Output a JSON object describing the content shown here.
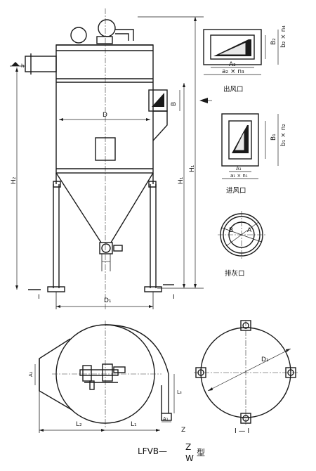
{
  "labels": {
    "D": "D",
    "D1_main": "D₁",
    "H1": "H₁",
    "H2": "H₂",
    "B_side": "B",
    "h_top": "h",
    "mark_I_left": "I",
    "mark_I_right": "I",
    "outlet": {
      "caption": "出风口",
      "A2": "A₂",
      "a2xn3": "a₂ × n₃",
      "B2": "B₂",
      "b2xn4": "b₂ × n₄"
    },
    "inlet": {
      "caption": "进风口",
      "A1": "A₁",
      "a1xn1": "a₁ × n₁",
      "B1": "B₁",
      "b1xn2": "b₁ × n₂"
    },
    "ash": {
      "caption": "排灰口",
      "A": "A",
      "B": "B"
    },
    "plan": {
      "A1_left": "A₁",
      "L2": "L₂",
      "L1": "L₁",
      "A1_bottom": "A₁",
      "L3": "L₃",
      "Z": "Z"
    },
    "bolt_plan": {
      "D1": "D₁",
      "section": "I — I"
    },
    "model": {
      "prefix": "LFVB—",
      "top": "Z",
      "bottom": "W",
      "suffix": "型"
    }
  },
  "icon_names": [
    "outlet-hatch-icon",
    "inlet-hatch-icon",
    "anchor-bolt-icon",
    "arrow-right-icon"
  ]
}
